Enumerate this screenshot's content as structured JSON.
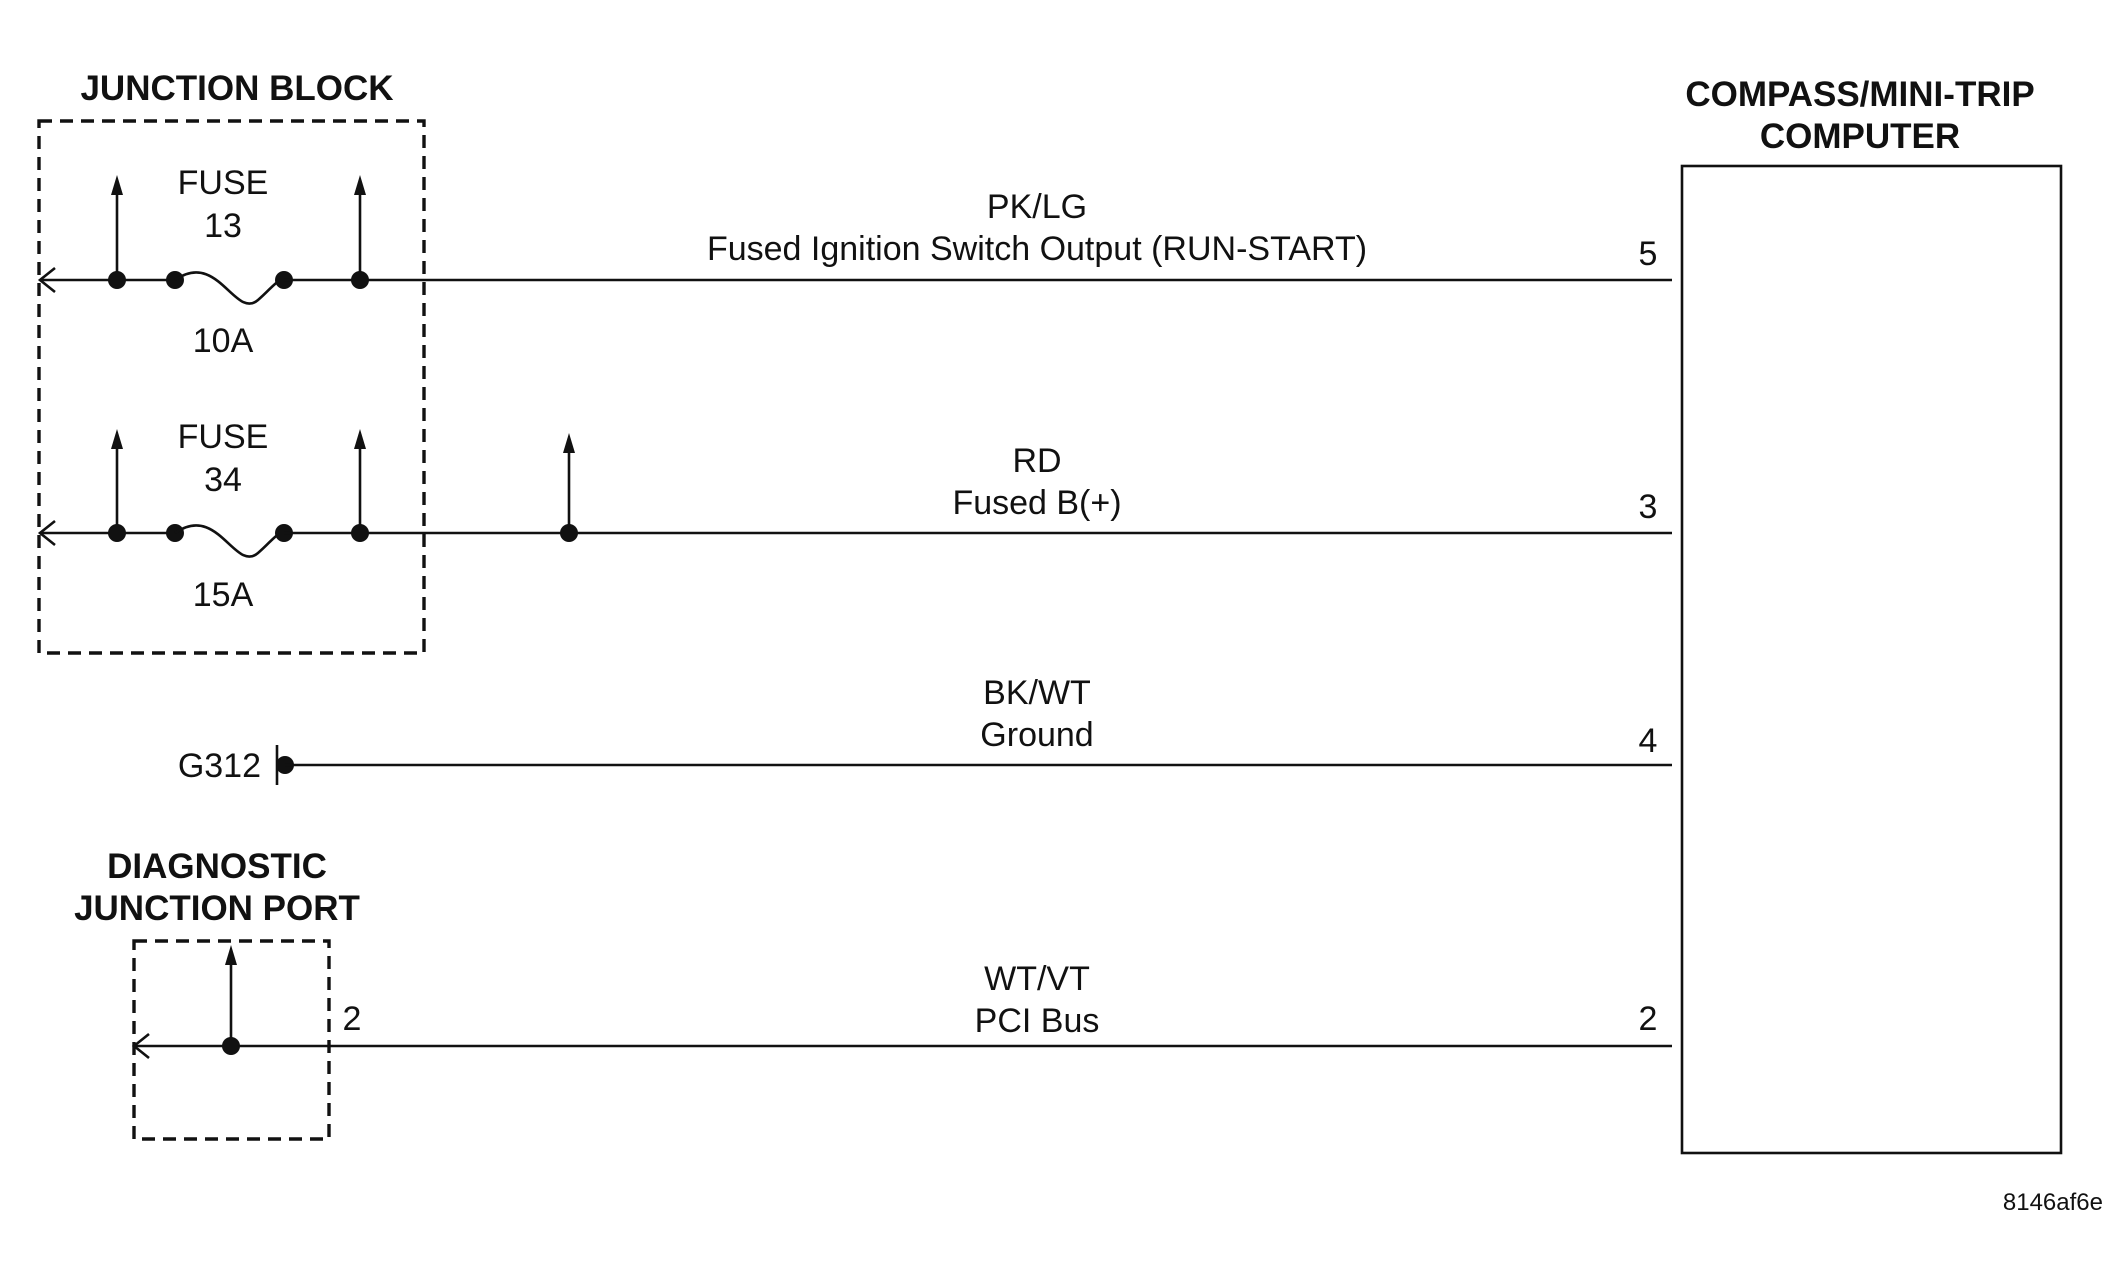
{
  "junction_block": {
    "title": "JUNCTION BLOCK"
  },
  "fuses": [
    {
      "label_line1": "FUSE",
      "label_line2": "13",
      "rating": "10A"
    },
    {
      "label_line1": "FUSE",
      "label_line2": "34",
      "rating": "15A"
    }
  ],
  "computer": {
    "title_line1": "COMPASS/MINI-TRIP",
    "title_line2": "COMPUTER"
  },
  "circuits": [
    {
      "color_code": "PK/LG",
      "description": "Fused Ignition Switch Output (RUN-START)",
      "pin": "5"
    },
    {
      "color_code": "RD",
      "description": "Fused B(+)",
      "pin": "3"
    },
    {
      "color_code": "BK/WT",
      "description": "Ground",
      "pin": "4"
    },
    {
      "color_code": "WT/VT",
      "description": "PCI Bus",
      "pin": "2"
    }
  ],
  "ground": {
    "label": "G312"
  },
  "diagnostic_port": {
    "title_line1": "DIAGNOSTIC",
    "title_line2": "JUNCTION PORT",
    "pin": "2"
  },
  "figure_id": "8146af6e"
}
